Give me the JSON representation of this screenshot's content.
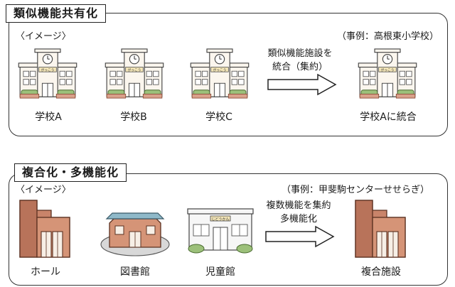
{
  "section1": {
    "title": "類似機能共有化",
    "note": "〈イメージ〉",
    "example": "（事例：高根東小学校）",
    "arrow_line1": "類似機能施設を",
    "arrow_line2": "統合（集約）",
    "school_sign": "がっこう",
    "buildings": [
      "学校A",
      "学校B",
      "学校C"
    ],
    "result": "学校Aに統合"
  },
  "section2": {
    "title": "複合化・多機能化",
    "note": "〈イメージ〉",
    "example": "（事例：甲斐駒センターせせらぎ）",
    "arrow_line1": "複数機能を集約",
    "arrow_line2": "多機能化",
    "kids_sign": "じどうかん",
    "buildings": [
      "ホール",
      "図書館",
      "児童館"
    ],
    "result": "複合施設"
  }
}
